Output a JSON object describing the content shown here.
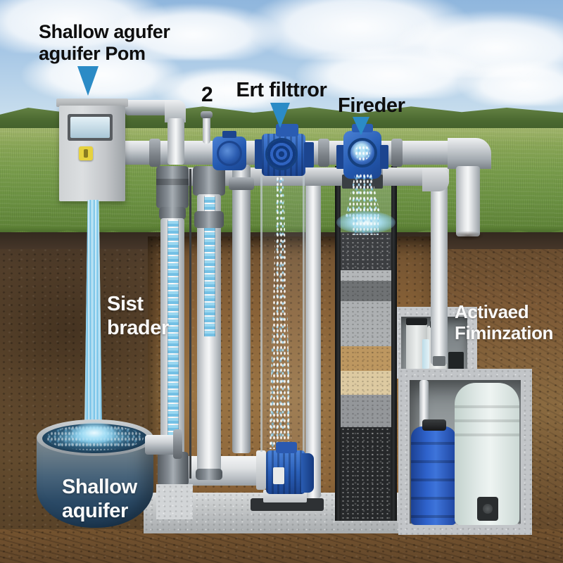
{
  "scene_title": "Shallow aquifer pumping and filtration cutaway illustration",
  "labels": {
    "well_pump_line1": "Shallow agufer",
    "well_pump_line2": "aguifer Pom",
    "marker_2": "2",
    "sand_filter": "Ert filttror",
    "feeder": "Fireder",
    "soil_line1": "Sist",
    "soil_line2": "brader",
    "activated_line1": "Activaed",
    "activated_line2": "Fiminzation",
    "aquifer_line1": "Shallow",
    "aquifer_line2": "aquifer"
  },
  "colors": {
    "label_dark": "#0e0e0e",
    "label_light": "#fafafa",
    "arrow_blue": "#2b8bc6",
    "pump_blue": "#2e63c0",
    "water_light": "#aee0f5",
    "basin_water_dark": "#16324a",
    "tank_blue": "#2a5cc0",
    "tank_pale": "#dce7e3",
    "soil_brown": "#6b5133",
    "grass_green": "#6b9142",
    "concrete_gray": "#c3c7ca",
    "filter_charcoal": "#3c3e41",
    "filter_sand_tan": "#bd9760",
    "filter_sand_cream": "#ddcaa1"
  }
}
